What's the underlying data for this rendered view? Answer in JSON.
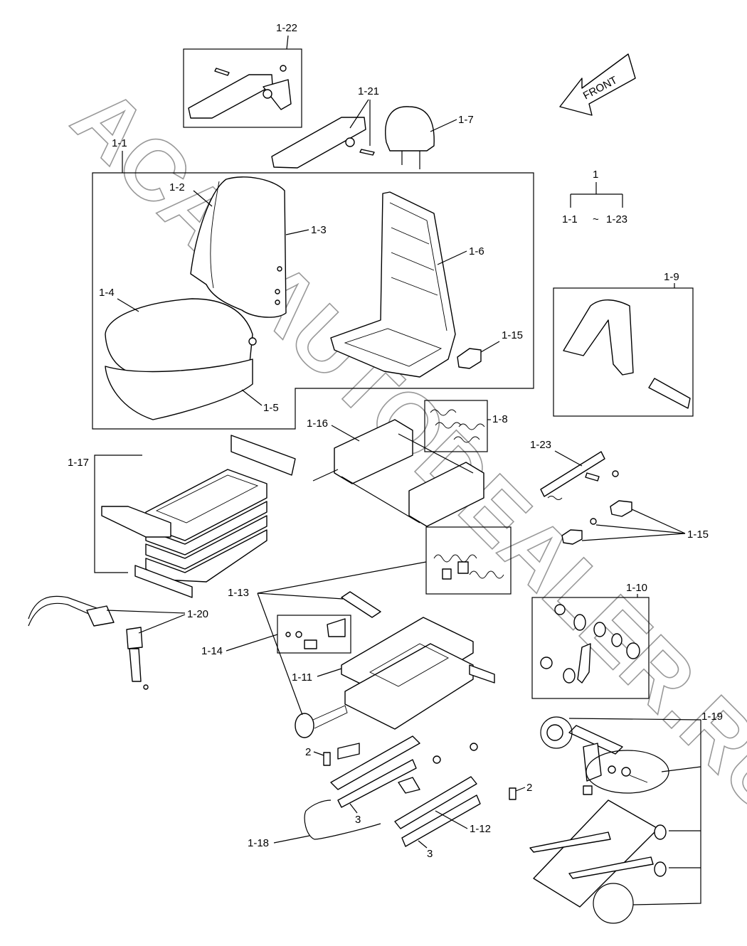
{
  "watermark": "ACAT.AUTODEALER.RU",
  "front_label": "FRONT",
  "assembly": {
    "number": "1",
    "range_from": "1-1",
    "tilde": "~",
    "range_to": "1-23"
  },
  "callouts": [
    "1-22",
    "1-21",
    "1-7",
    "1-1",
    "1-2",
    "1-3",
    "1-6",
    "1-4",
    "1-15",
    "1-5",
    "1-9",
    "1-16",
    "1-8",
    "1-17",
    "1-23",
    "1-15",
    "1-13",
    "1-10",
    "1-20",
    "1-14",
    "1-11",
    "1-19",
    "2",
    "2",
    "3",
    "1-12",
    "1-18",
    "3"
  ]
}
